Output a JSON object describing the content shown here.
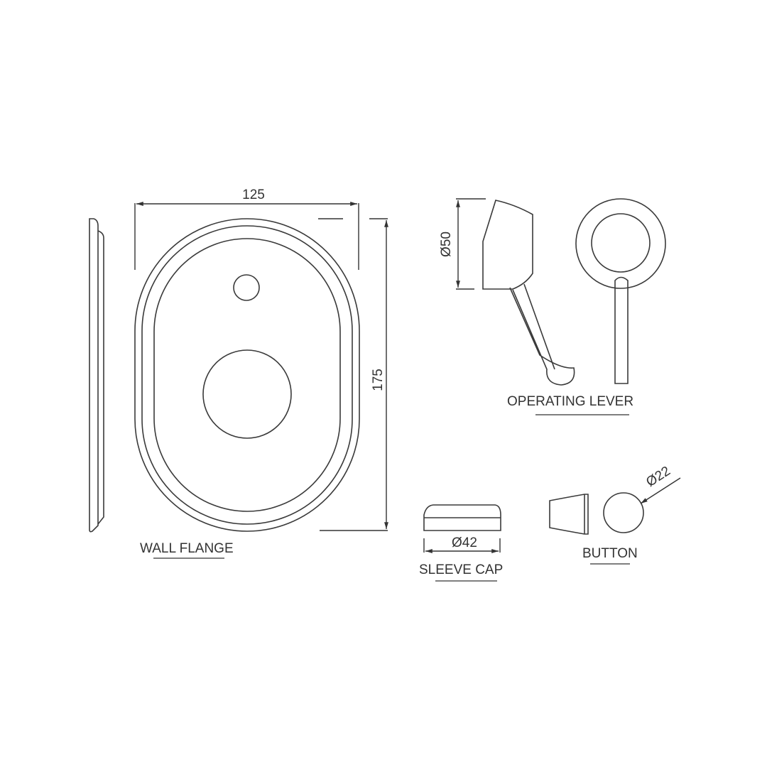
{
  "colors": {
    "line": "#3a3a3a",
    "background": "#ffffff",
    "text": "#333333"
  },
  "wall_flange": {
    "label": "WALL FLANGE",
    "width_dim": "125",
    "height_dim": "175"
  },
  "operating_lever": {
    "label": "OPERATING LEVER",
    "diameter_dim": "Ø50"
  },
  "sleeve_cap": {
    "label": "SLEEVE CAP",
    "diameter_dim": "Ø42"
  },
  "button": {
    "label": "BUTTON",
    "diameter_dim": "Ø22"
  }
}
